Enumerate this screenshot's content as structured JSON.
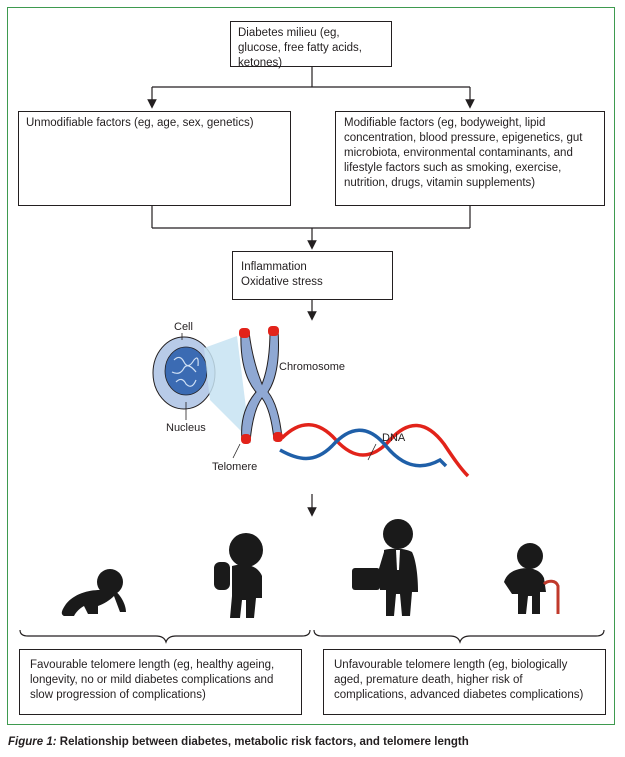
{
  "boxes": {
    "milieu": "Diabetes milieu (eg, glucose, free fatty acids, ketones)",
    "unmodifiable": "Unmodifiable factors (eg, age, sex, genetics)",
    "modifiable": "Modifiable factors (eg, bodyweight, lipid concentration, blood pressure, epigenetics, gut microbiota, environmental contaminants, and lifestyle factors such as smoking, exercise, nutrition, drugs, vitamin supplements)",
    "inflammation_line1": "Inflammation",
    "inflammation_line2": "Oxidative stress",
    "favourable": "Favourable telomere length (eg, healthy ageing, longevity, no or mild diabetes complications and slow progression of complications)",
    "unfavourable": "Unfavourable telomere length (eg, biologically aged, premature death, higher risk of complications, advanced diabetes complications)"
  },
  "labels": {
    "cell": "Cell",
    "nucleus": "Nucleus",
    "chromosome": "Chromosome",
    "telomere": "Telomere",
    "dna": "DNA"
  },
  "caption": {
    "figure": "Figure 1:",
    "title": "Relationship between diabetes, metabolic risk factors, and telomere length"
  },
  "colors": {
    "frame": "#3e9a4f",
    "chromosome": "#8fa8d3",
    "telomere_red": "#e2231a",
    "dna_blue": "#1f5fa8",
    "dna_red": "#e2231a",
    "cell_fill": "#b8cbe8",
    "nucleus_fill": "#3b6bb3",
    "silhouette": "#1a1a1a"
  },
  "icons": [
    "baby-crawling-icon",
    "child-with-backpack-icon",
    "businessman-with-briefcase-icon",
    "elderly-with-cane-icon"
  ]
}
